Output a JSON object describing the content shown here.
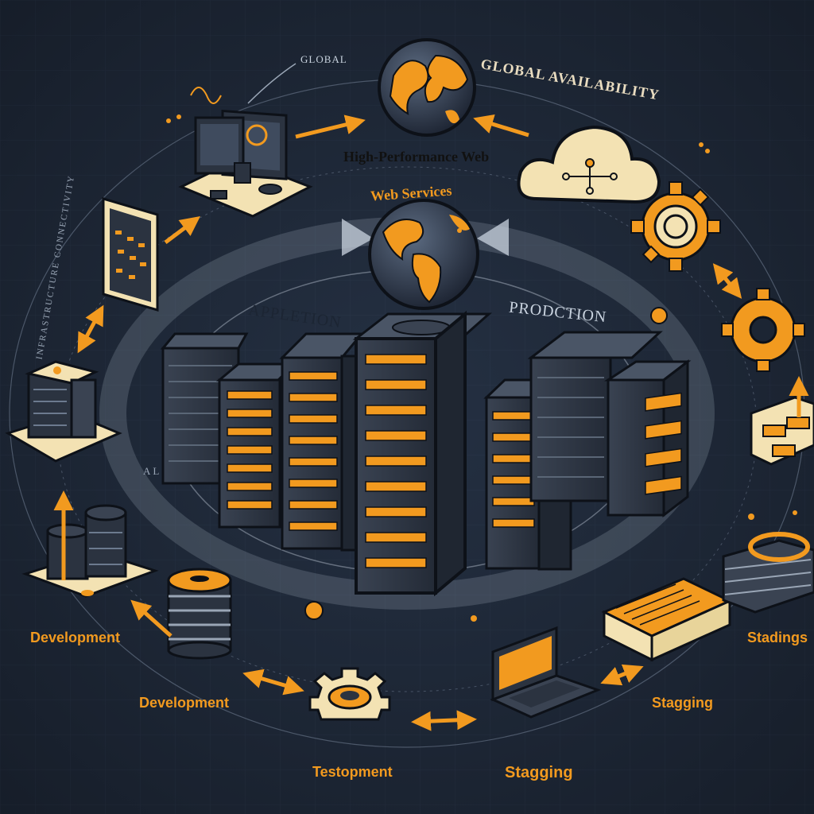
{
  "labels": {
    "global_small": "GLOBAL",
    "global_availability": "GLOBAL AVAILABILITY",
    "high_performance_web": "High-Performance Web",
    "web_services": "Web Services",
    "appletion": "APPLETION",
    "prodction": "PRODCTION",
    "development_1": "Development",
    "development_2": "Development",
    "testopment": "Testopment",
    "stagging_1": "Stagging",
    "stagging_2": "Stagging",
    "stadings": "Stadings",
    "side_text": "INFRASTRUCTURE CONNECTIVITY",
    "axis_al": "AL"
  },
  "colors": {
    "background": "#1c2533",
    "accent": "#f29a1f",
    "server_body": "#2b3340",
    "outline": "#0d1118",
    "cloud": "#f3e2b3",
    "label_dark": "#111111",
    "label_orange": "#f29a1f",
    "label_light": "#c9d3df"
  },
  "icons": [
    "globe-icon",
    "cloud-icon",
    "gear-icon",
    "server-rack-icon",
    "monitor-icon",
    "database-icon",
    "laptop-icon",
    "document-icon",
    "arrow-icon"
  ]
}
